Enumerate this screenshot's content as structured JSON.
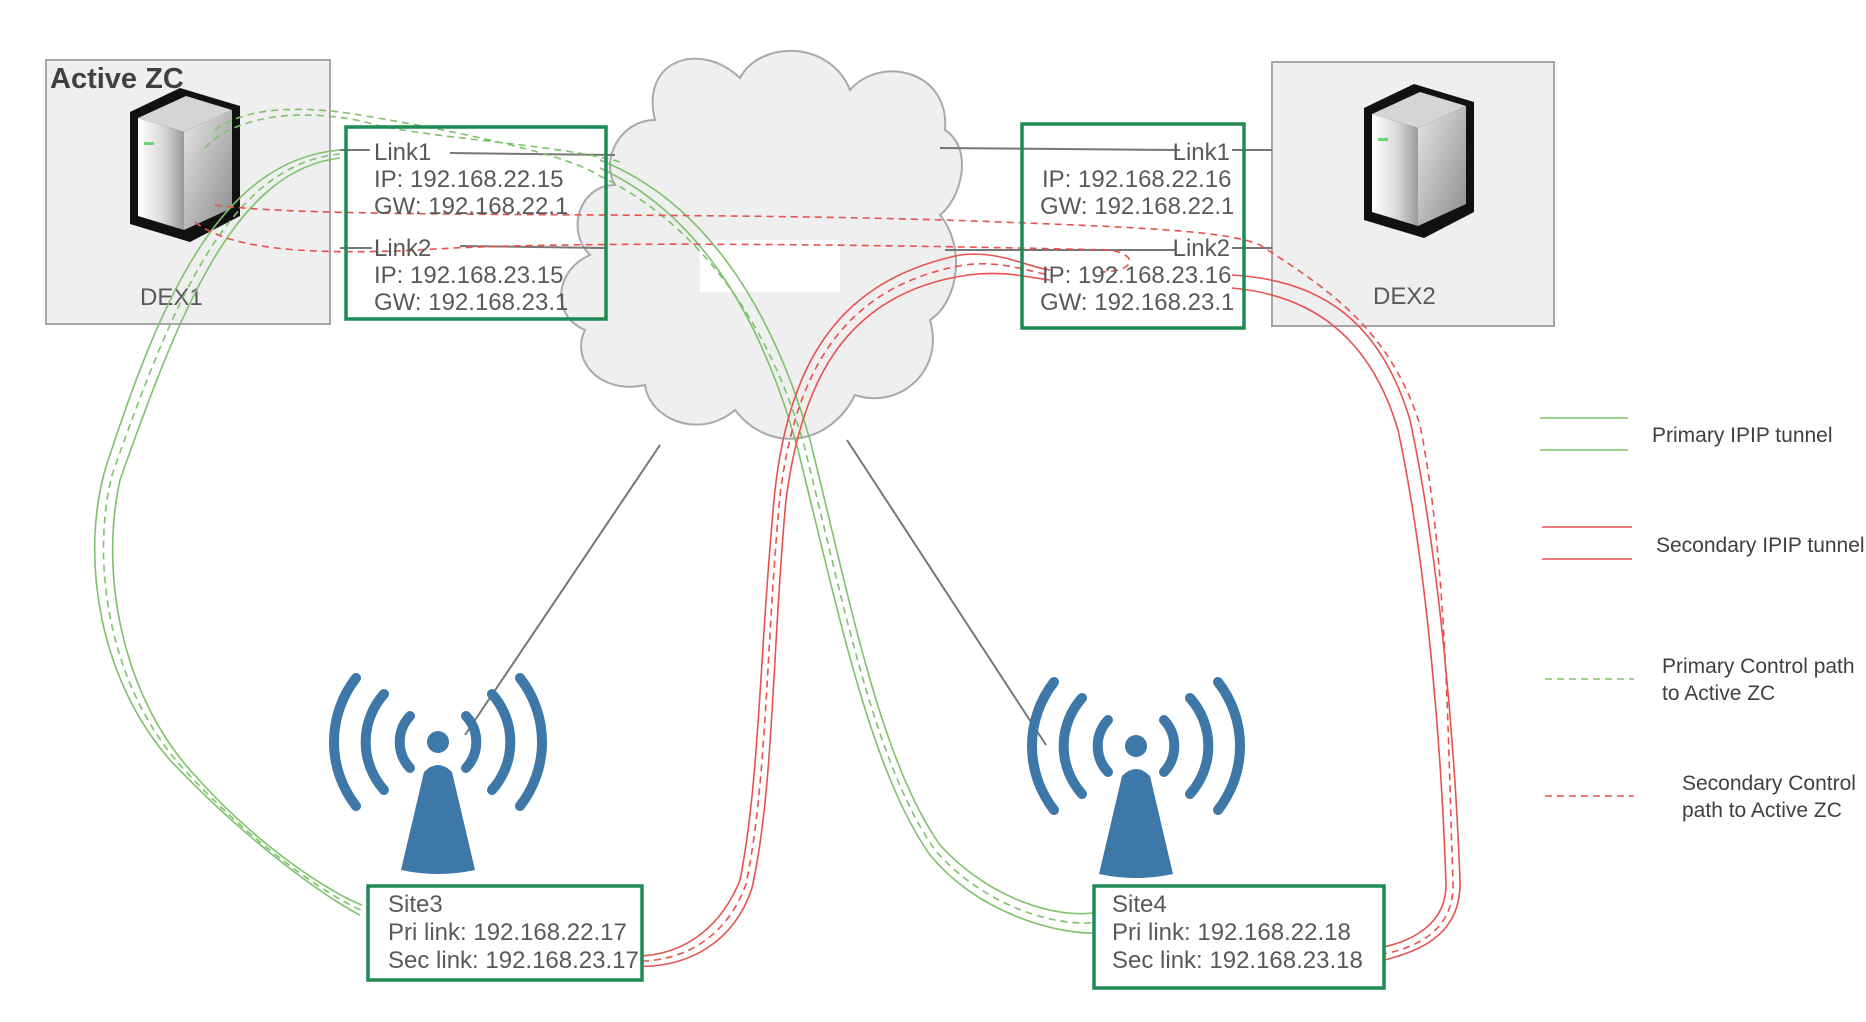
{
  "colors": {
    "primary_tunnel": "#7dc26a",
    "secondary_tunnel": "#e8524d",
    "box_border": "#1e8a54",
    "server_panel": "#efefef",
    "antenna": "#3e78a8",
    "cloud_fill": "#efefef",
    "cloud_stroke": "#a9a9a9"
  },
  "dex1": {
    "badge": "Active ZC",
    "name": "DEX1",
    "link1": {
      "label": "Link1",
      "ip": "IP: 192.168.22.15",
      "gw": "GW: 192.168.22.1"
    },
    "link2": {
      "label": "Link2",
      "ip": "IP: 192.168.23.15",
      "gw": "GW: 192.168.23.1"
    }
  },
  "dex2": {
    "name": "DEX2",
    "link1": {
      "label": "Link1",
      "ip": "IP: 192.168.22.16",
      "gw": "GW: 192.168.22.1"
    },
    "link2": {
      "label": "Link2",
      "ip": "IP: 192.168.23.16",
      "gw": "GW: 192.168.23.1"
    }
  },
  "site3": {
    "name": "Site3",
    "pri": "Pri link: 192.168.22.17",
    "sec": "Sec link: 192.168.23.17"
  },
  "site4": {
    "name": "Site4",
    "pri": "Pri link: 192.168.22.18",
    "sec": "Sec link: 192.168.23.18"
  },
  "legend": {
    "primary_tunnel": "Primary IPIP tunnel",
    "secondary_tunnel": "Secondary IPIP tunnel",
    "primary_control": [
      "Primary Control path",
      "to Active ZC"
    ],
    "secondary_control": [
      "Secondary Control",
      "path to Active ZC"
    ]
  },
  "icons": {
    "server": "server-icon",
    "cloud": "cloud-icon",
    "antenna": "wireless-tower-icon"
  }
}
